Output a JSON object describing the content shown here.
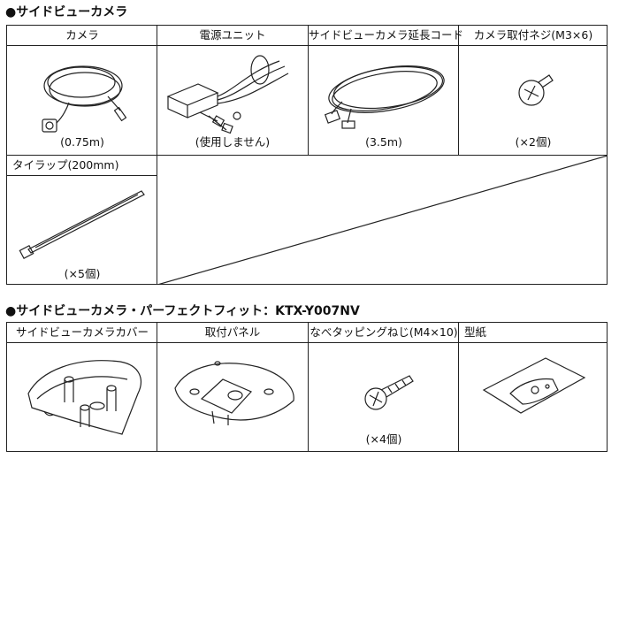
{
  "section1": {
    "title": "●サイドビューカメラ",
    "items": [
      {
        "label": "カメラ",
        "caption": "(0.75m)",
        "icon": "camera-cable-icon"
      },
      {
        "label": "電源ユニット",
        "caption": "(使用しません)",
        "icon": "power-unit-icon"
      },
      {
        "label": "サイドビューカメラ延長コード",
        "caption": "(3.5m)",
        "icon": "extension-cord-icon"
      },
      {
        "label": "カメラ取付ネジ(M3×6)",
        "caption": "(×2個)",
        "icon": "camera-screw-icon"
      },
      {
        "label": "タイラップ(200mm)",
        "caption": "(×5個)",
        "icon": "cable-tie-icon"
      }
    ]
  },
  "section2": {
    "title": "●サイドビューカメラ・パーフェクトフィット：KTX-Y007NV",
    "items": [
      {
        "label": "サイドビューカメラカバー",
        "caption": "",
        "icon": "camera-cover-icon"
      },
      {
        "label": "取付パネル",
        "caption": "",
        "icon": "mounting-panel-icon"
      },
      {
        "label": "なべタッピングねじ(M4×10)",
        "caption": "(×4個)",
        "icon": "tapping-screw-icon"
      },
      {
        "label": "型紙",
        "caption": "",
        "icon": "template-paper-icon"
      }
    ]
  }
}
